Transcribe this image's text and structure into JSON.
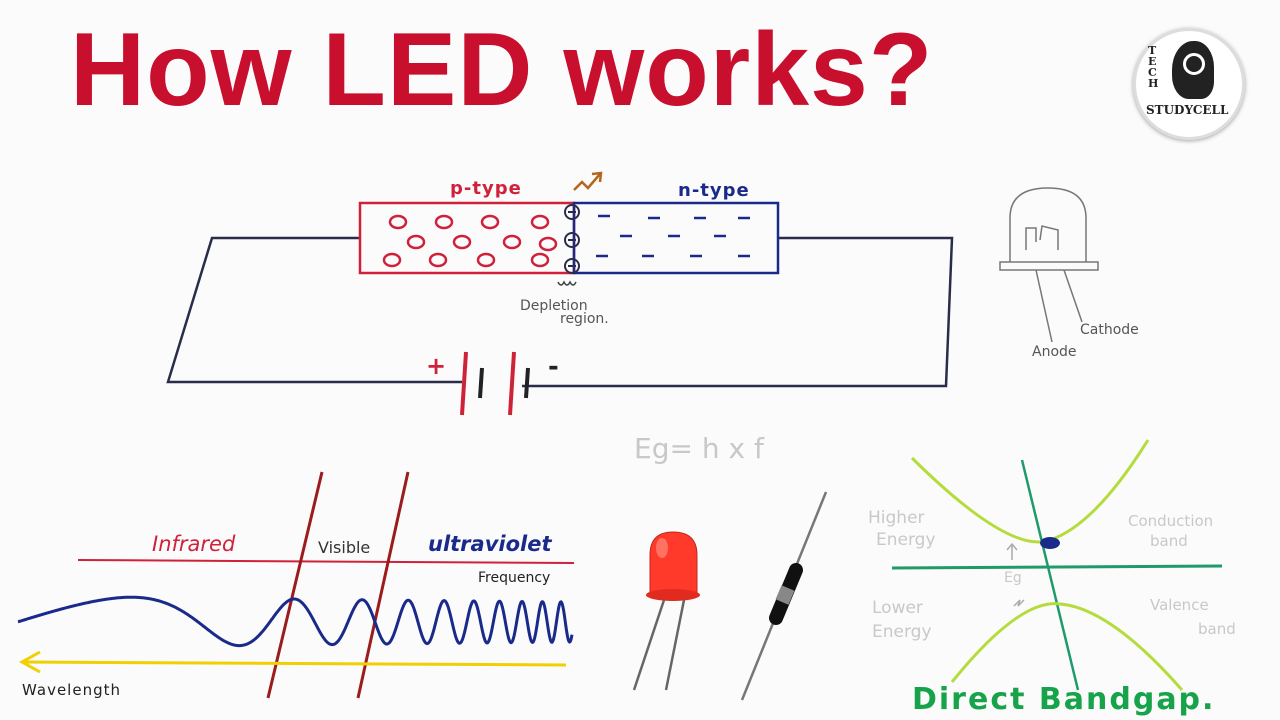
{
  "title": "How LED works?",
  "logo": {
    "top_text": "TECH",
    "bottom_text": "STUDYCELL"
  },
  "junction": {
    "p_label": "p-type",
    "n_label": "n-type",
    "depletion_label_line1": "Depletion",
    "depletion_label_line2": "region."
  },
  "battery": {
    "plus": "+",
    "minus": "-"
  },
  "led_sketch": {
    "anode": "Anode",
    "cathode": "Cathode"
  },
  "formula": "Eg= h x f",
  "spectrum": {
    "infrared": "Infrared",
    "visible": "Visible",
    "ultraviolet": "ultraviolet",
    "frequency": "Frequency",
    "wavelength": "Wavelength"
  },
  "bandgap": {
    "higher_energy_1": "Higher",
    "higher_energy_2": "Energy",
    "lower_energy_1": "Lower",
    "lower_energy_2": "Energy",
    "conduction_1": "Conduction",
    "conduction_2": "band",
    "valence_1": "Valence",
    "valence_2": "band",
    "eg": "Eg",
    "caption": "Direct Bandgap."
  },
  "colors": {
    "title": "#c8102e",
    "p_color": "#d0213a",
    "n_color": "#1a2a8a",
    "band_green": "#b5dc3c",
    "axis_green": "#1f9a6a"
  }
}
